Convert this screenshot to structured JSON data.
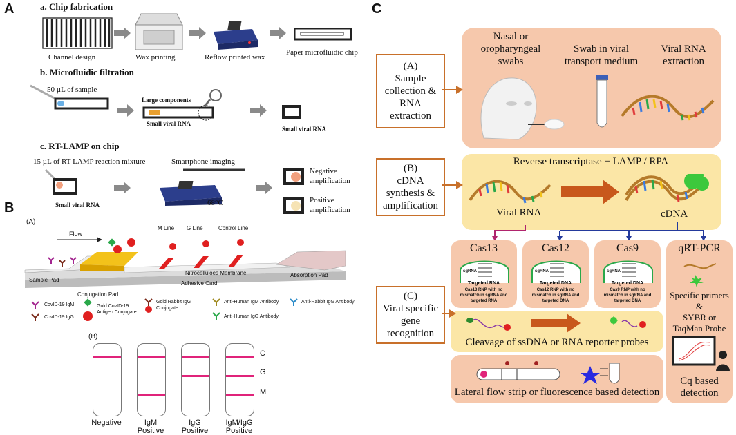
{
  "panelA": {
    "letter": "A",
    "a_title": "a. Chip fabrication",
    "steps": [
      "Channel design",
      "Wax printing",
      "Reflow printed wax",
      "Paper microfluidic chip"
    ],
    "b_title": "b. Microfluidic filtration",
    "b_sample": "50 µL of sample",
    "b_large": "Large components",
    "b_small1": "Small viral RNA",
    "b_small2": "Small viral RNA",
    "c_title": "c. RT-LAMP on chip",
    "c_mix": "15 µL of RT-LAMP reaction mixture",
    "c_imaging": "Smartphone imaging",
    "c_small": "Small viral RNA",
    "c_temp": "68°C",
    "neg1": "Negative",
    "neg2": "amplification",
    "pos1": "Positive",
    "pos2": "amplification"
  },
  "panelB": {
    "letter": "B",
    "subA": "(A)",
    "flow": "Flow",
    "m_line": "M Line",
    "g_line": "G Line",
    "control_line": "Control Line",
    "sample_pad": "Sample Pad",
    "membrane": "Nitrocelluloes Membrane",
    "absorption_pad": "Absorption Pad",
    "adhesive_card": "Adhesive Card",
    "conjugation_pad": "Conjugation Pad",
    "legend": {
      "igm": "CovID-19  IgM",
      "igg": "CovID-19  IgG",
      "gold_antigen1": "Gold CovID-19",
      "gold_antigen2": "Antigen Conjugate",
      "gold_rabbit1": "Gold Rabbit IgG",
      "gold_rabbit2": "Conjugate",
      "anti_igm": "Anti-Human IgM Antibody",
      "anti_igg": "Anti-Human IgG Antibody",
      "anti_rabbit": "Anti-Rabbit IgG Antibody"
    },
    "subB": "(B)",
    "line_labels": [
      "C",
      "G",
      "M"
    ],
    "strips": [
      {
        "l1": "Negative",
        "l2": ""
      },
      {
        "l1": "IgM",
        "l2": "Positive"
      },
      {
        "l1": "IgG",
        "l2": "Positive"
      },
      {
        "l1": "IgM/IgG",
        "l2": "Positive"
      }
    ]
  },
  "panelC": {
    "letter": "C",
    "labelA": [
      "(A)",
      "Sample",
      "collection &",
      "RNA",
      "extraction"
    ],
    "nasal": [
      "Nasal or",
      "oropharyngeal",
      "swabs"
    ],
    "swab": [
      "Swab in viral",
      "transport medium"
    ],
    "viral_rna_ext": [
      "Viral RNA",
      "extraction"
    ],
    "labelB": [
      "(B)",
      "cDNA",
      "synthesis  &",
      "amplification"
    ],
    "rt_title": "Reverse transcriptase  + LAMP / RPA",
    "viral_rna": "Viral RNA",
    "cdna": "cDNA",
    "labelC": [
      "(C)",
      "Viral specific",
      "gene",
      "recognition"
    ],
    "cas": [
      {
        "name": "Cas13",
        "target": "Targeted RNA",
        "desc": [
          "Cas13 RNP with no",
          "mismatch in sgRNA and",
          "targeted RNA"
        ]
      },
      {
        "name": "Cas12",
        "target": "Targeted DNA",
        "desc": [
          "Cas12 RNP with no",
          "mismatch in sgRNA and",
          "targeted DNA"
        ]
      },
      {
        "name": "Cas9",
        "target": "Targeted DNA",
        "desc": [
          "Cas9 RNP with no",
          "mismatch in sgRNA and",
          "targeted DNA"
        ]
      }
    ],
    "sgrna": "sgRNA",
    "qrt": "qRT-PCR",
    "qrt_primers": [
      "Specific  primers",
      "&",
      "SYBR  or",
      "TaqMan Probe"
    ],
    "cq": [
      "Cq based",
      "detection"
    ],
    "cleavage": "Cleavage of ssDNA or RNA reporter probes",
    "lateral": "Lateral flow strip or fluorescence based detection"
  }
}
